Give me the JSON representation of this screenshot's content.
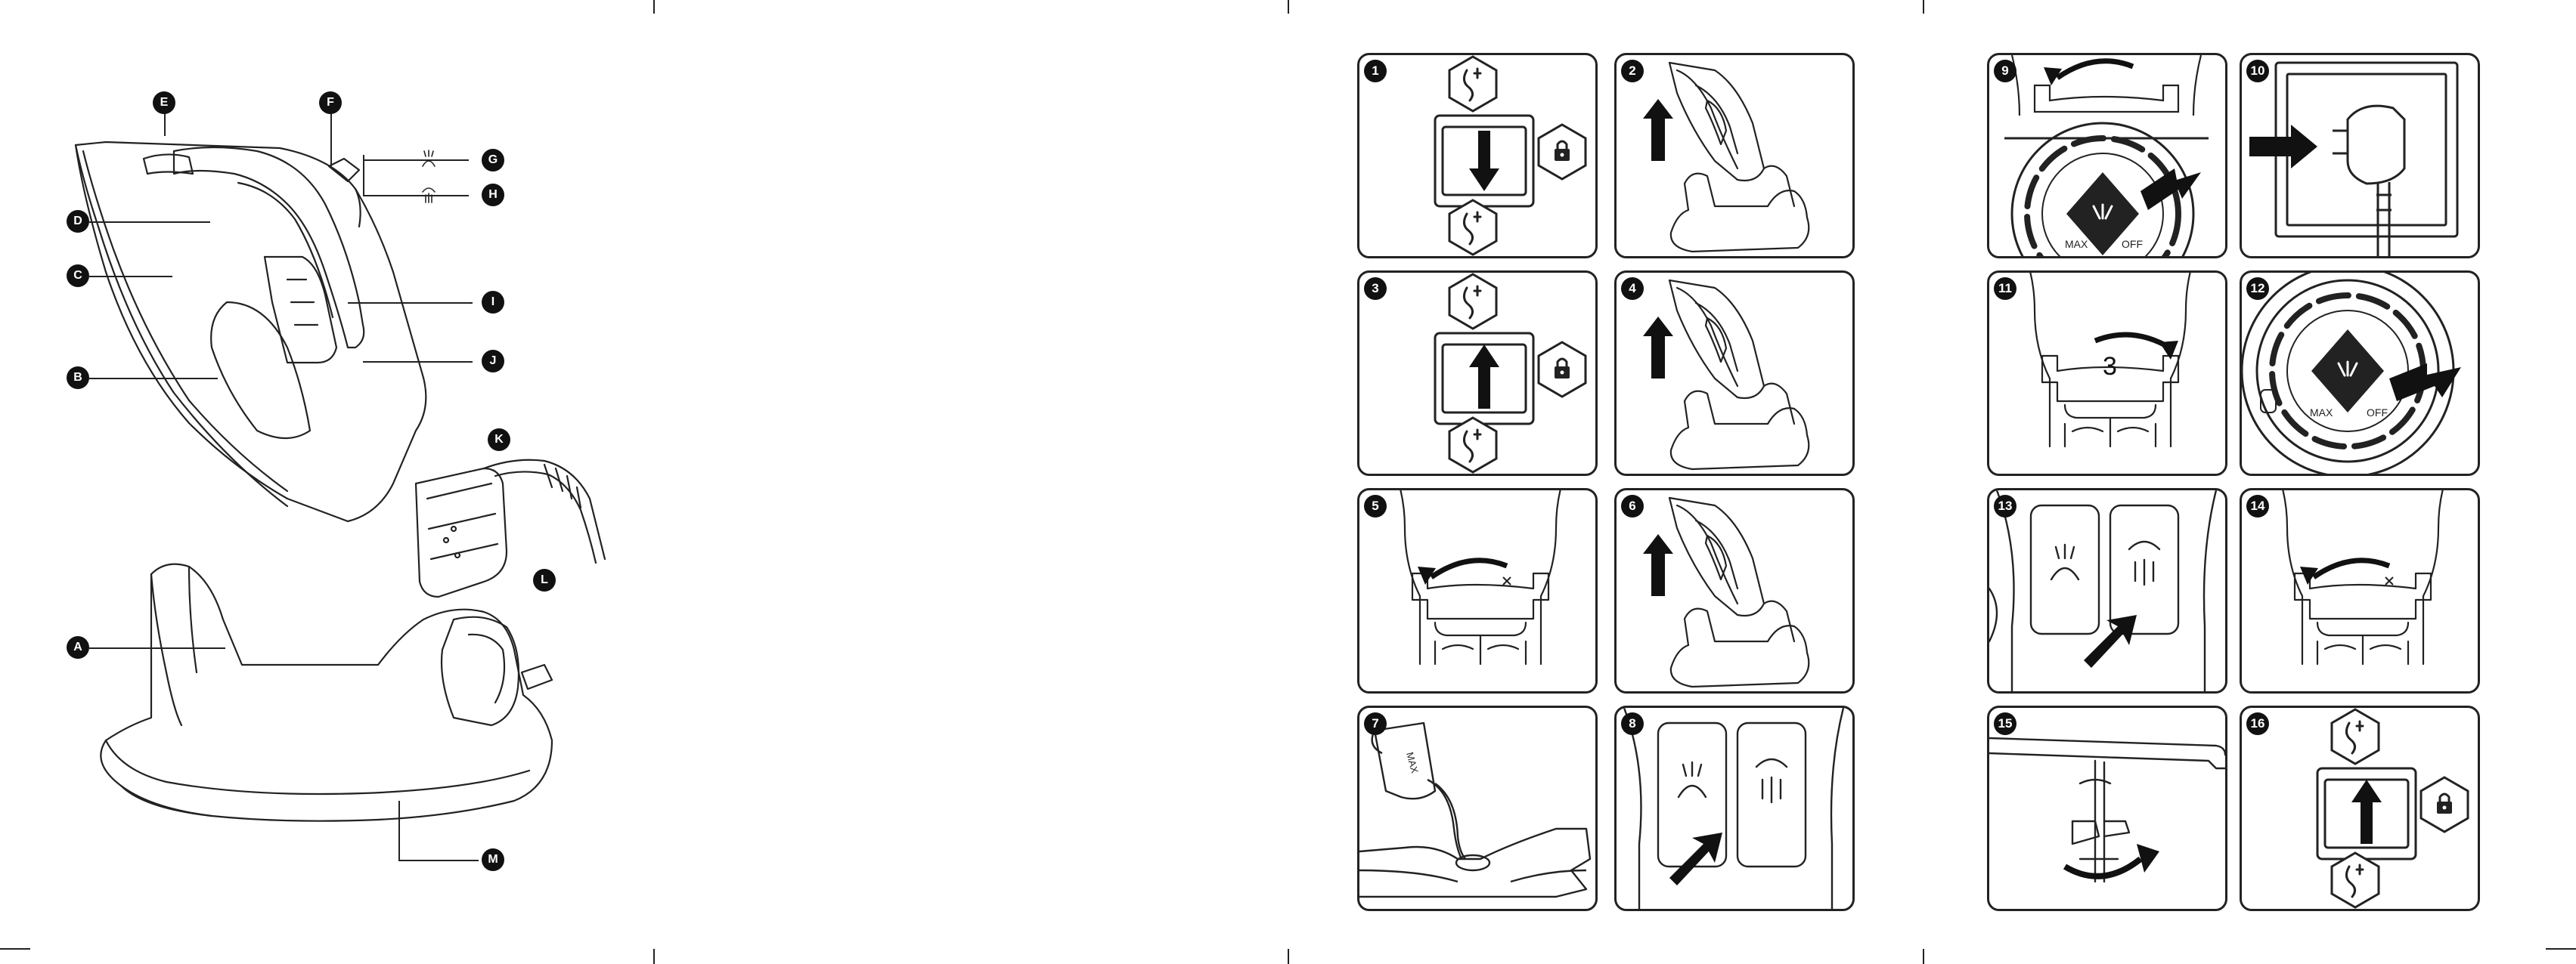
{
  "parts": {
    "labels": [
      "A",
      "B",
      "C",
      "D",
      "E",
      "F",
      "G",
      "H",
      "I",
      "J",
      "K",
      "L",
      "M"
    ]
  },
  "steps": {
    "numbers": [
      "1",
      "2",
      "3",
      "4",
      "5",
      "6",
      "7",
      "8",
      "9",
      "10",
      "11",
      "12",
      "13",
      "14",
      "15",
      "16"
    ],
    "dial_label": "3",
    "jug_label": "MAX",
    "dial_text_max": "MAX",
    "dial_text_off": "OFF"
  },
  "icons": {
    "lock": "lock-icon",
    "cord": "cord-icon",
    "arrow": "arrow-icon"
  },
  "colors": {
    "ink": "#111111",
    "paper": "#ffffff"
  }
}
